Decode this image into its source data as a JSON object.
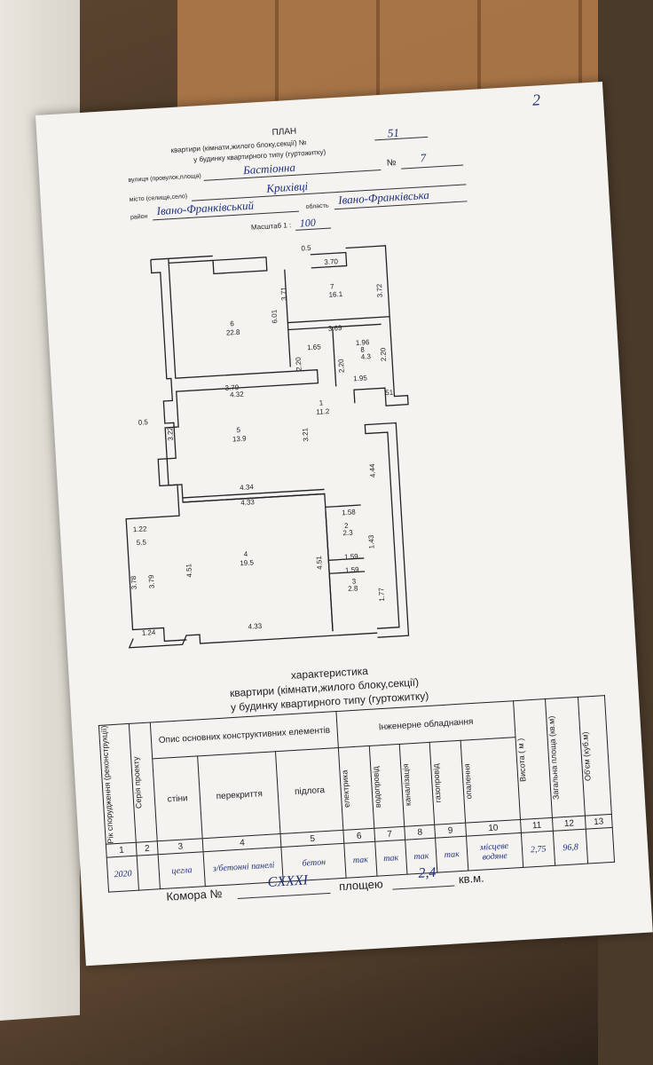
{
  "header": {
    "title": "ПЛАН",
    "line1": "квартири (кімнати,жилого блоку,секції) №",
    "apartment_no": "51",
    "line2": "у будинку квартирного типу (гуртожитку)",
    "street_label": "вулиця (провулок,площа)",
    "street_value": "Бастіонна",
    "no_label": "№",
    "house_no": "7",
    "city_label": "місто (селище,село)",
    "city_value": "Крихівці",
    "district_label": "район",
    "district_value": "Івано-Франківський",
    "region_label": "область",
    "region_value": "Івано-Франківська",
    "scale_label": "Масштаб 1 :",
    "scale_value": "100",
    "page_no": "2"
  },
  "plan": {
    "dims": [
      "0.5",
      "3.70",
      "3.71",
      "6.01",
      "7",
      "16.1",
      "3.72",
      "6",
      "22.8",
      "3.69",
      "1.65",
      "1.96",
      "2.20",
      "2.20",
      "8",
      "4.3",
      "2.20",
      "1.95",
      "3.79",
      "4.32",
      "51",
      "0.5",
      "3.22",
      "5",
      "13.9",
      "3.21",
      "1",
      "11.2",
      "4.44",
      "4.34",
      "4.33",
      "1.58",
      "1.22",
      "5.5",
      "2",
      "2.3",
      "1.43",
      "3.78",
      "3.79",
      "4.51",
      "4",
      "19.5",
      "4.51",
      "1.59",
      "1.59",
      "3",
      "2.8",
      "1.77",
      "1.24",
      "4.33"
    ]
  },
  "characteristics": {
    "title": "характеристика",
    "line1": "квартири (кімнати,жилого блоку,секції)",
    "line2": "у будинку квартирного типу (гуртожитку)"
  },
  "table": {
    "h_year": "Рік спорудження (реконструкції)",
    "h_series": "Серія проекту",
    "h_desc": "Опис основних конструктивних елементів",
    "h_walls": "стіни",
    "h_ceiling": "перекриття",
    "h_floor": "підлога",
    "h_eng": "Інженерне обладнання",
    "h_elec": "електрика",
    "h_water": "водопровід",
    "h_sewer": "каналізація",
    "h_gas": "газопровід",
    "h_heat": "опалення",
    "h_height": "Висота ( м )",
    "h_area": "Загальна площа (кв.м)",
    "h_volume": "Об'єм (куб.м)",
    "nums": [
      "1",
      "2",
      "3",
      "4",
      "5",
      "6",
      "7",
      "8",
      "9",
      "10",
      "11",
      "12",
      "13"
    ],
    "v_year": "2020",
    "v_series": "",
    "v_walls": "цегла",
    "v_ceiling": "з/бетонні панелі",
    "v_floor": "бетон",
    "v_elec": "так",
    "v_water": "так",
    "v_sewer": "так",
    "v_gas": "так",
    "v_heat": "місцеве водяне",
    "v_height": "2,75",
    "v_area": "96,8",
    "v_volume": ""
  },
  "storage": {
    "label": "Комора №",
    "number": "CXXXI",
    "area_label": "площею",
    "area_value": "2,4",
    "unit": "кв.м."
  }
}
